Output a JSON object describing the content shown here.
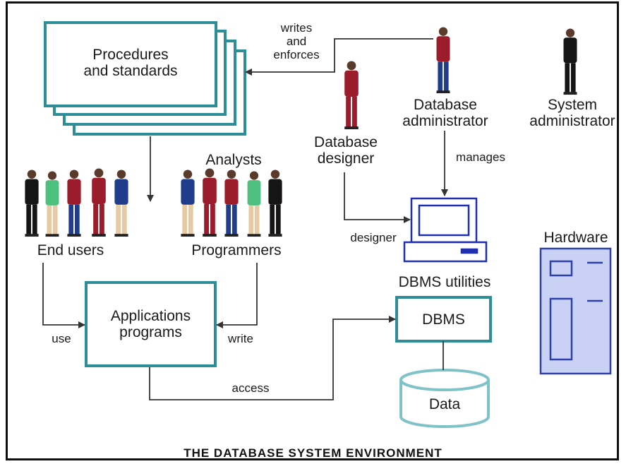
{
  "title": "The Database System Environment",
  "boxes": {
    "procedures": "Procedures\nand standards",
    "applications": "Applications\nprograms",
    "dbms": "DBMS",
    "data": "Data"
  },
  "labels": {
    "writes_enforces": "writes\nand\nenforces",
    "database_administrator": "Database\nadministrator",
    "system_administrator": "System\nadministrator",
    "database_designer": "Database\ndesigner",
    "manages": "manages",
    "designer": "designer",
    "analysts": "Analysts",
    "end_users": "End users",
    "programmers": "Programmers",
    "dbms_utilities": "DBMS utilities",
    "hardware": "Hardware",
    "use": "use",
    "write": "write",
    "access": "access"
  },
  "colors": {
    "box_border": "#2e8e98",
    "hardware_fill": "#c9d2f5",
    "hardware_border": "#2d3fa8",
    "line": "#333333"
  }
}
